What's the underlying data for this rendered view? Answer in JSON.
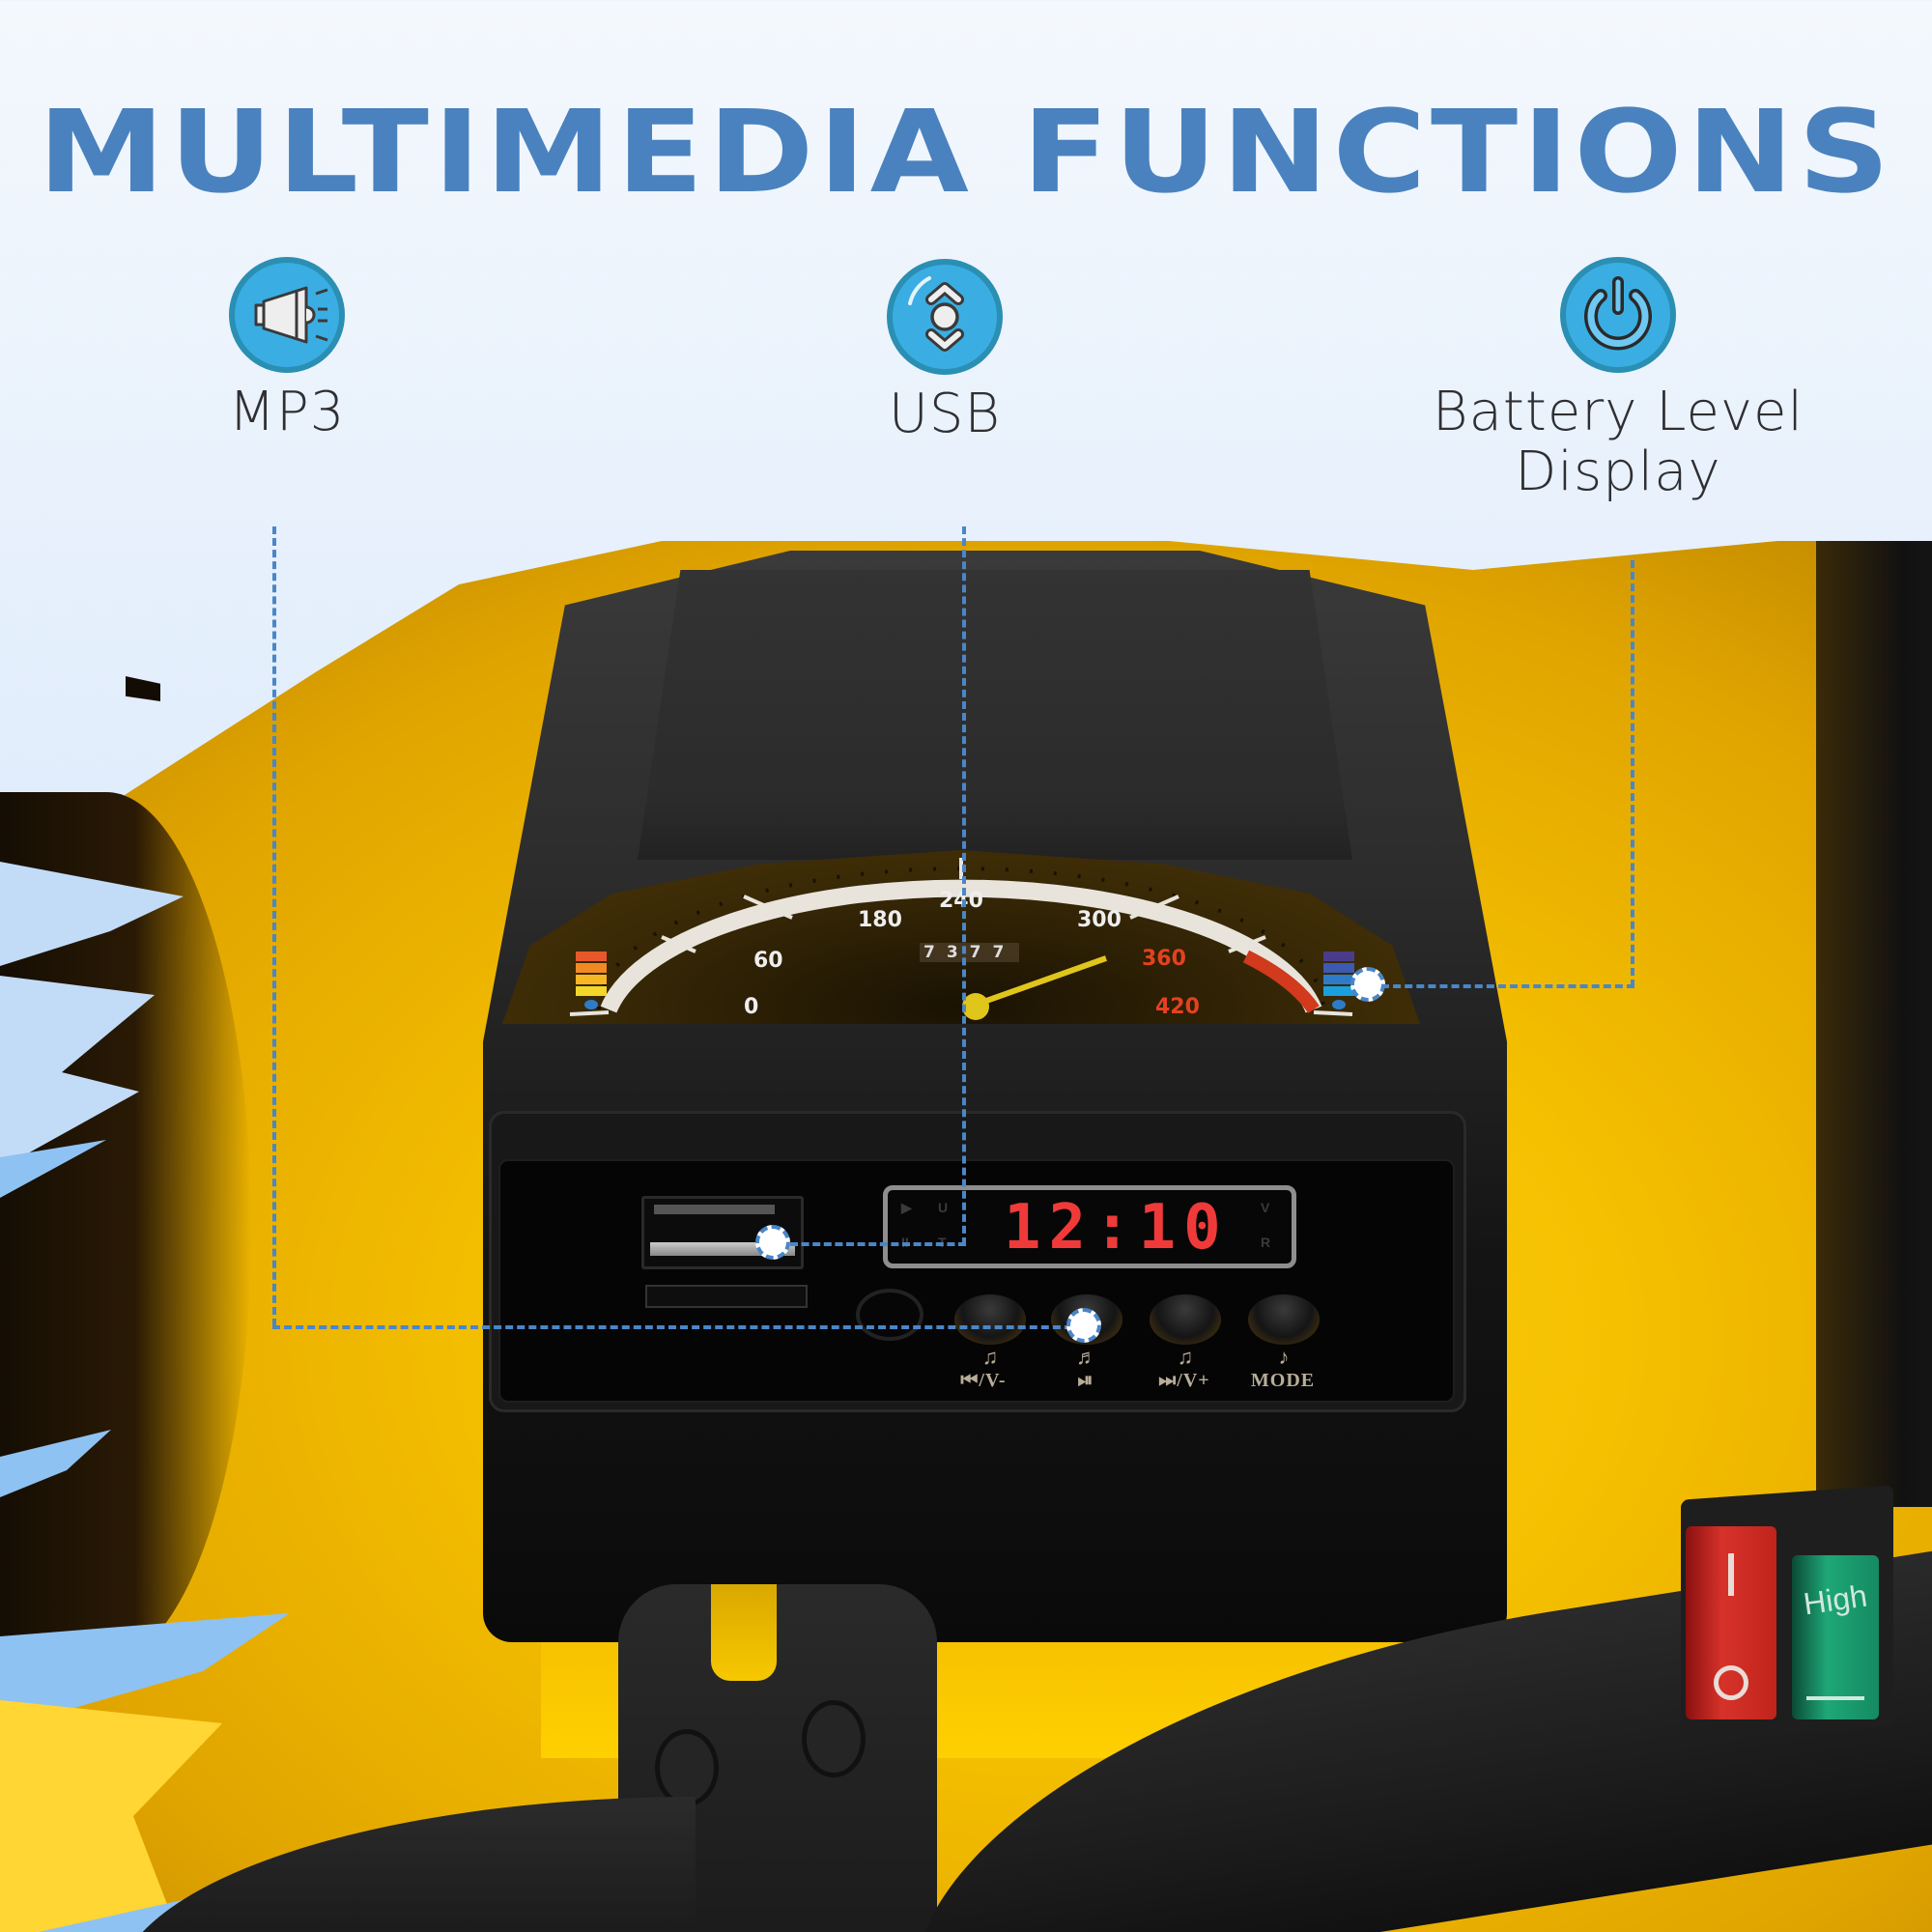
{
  "header": {
    "title": "MULTIMEDIA FUNCTIONS"
  },
  "features": [
    {
      "id": "mp3",
      "label": "MP3",
      "icon": "speaker-horn-icon"
    },
    {
      "id": "usb",
      "label": "USB",
      "icon": "scroll-updown-icon"
    },
    {
      "id": "battery",
      "label_line1": "Battery Level",
      "label_line2": "Display",
      "icon": "power-icon"
    }
  ],
  "gauge": {
    "ticks": [
      "0",
      "60",
      "180",
      "240",
      "300",
      "360",
      "420"
    ],
    "odometer": "7377",
    "left_bars_colors": [
      "#e9582a",
      "#f28a24",
      "#f7b724",
      "#f4d62a"
    ],
    "right_bars_colors": [
      "#4a3c8a",
      "#3c5ab0",
      "#2d7cc8",
      "#1aa0dc"
    ]
  },
  "media_panel": {
    "lcd_display": "12:10",
    "lcd_side_left": [
      "▶",
      "U",
      "II",
      "T"
    ],
    "lcd_side_right": [
      "V",
      "R"
    ],
    "buttons": [
      {
        "note": "♫",
        "label": "⏮/V-"
      },
      {
        "note": "♬",
        "label": "⏯"
      },
      {
        "note": "♫",
        "label": "⏭/V+"
      },
      {
        "note": "♪",
        "label": "MODE"
      }
    ]
  },
  "switches": {
    "power": {
      "on_mark": "I",
      "off_mark": "O",
      "color": "#d6322a"
    },
    "speed": {
      "label": "High",
      "color": "#1ea777"
    }
  },
  "colors": {
    "title_blue": "#4a82bf",
    "icon_blue": "#3aaee3",
    "callout_blue": "#4a86c8",
    "vehicle_yellow": "#f5c000",
    "lcd_red": "#f03a3a"
  }
}
